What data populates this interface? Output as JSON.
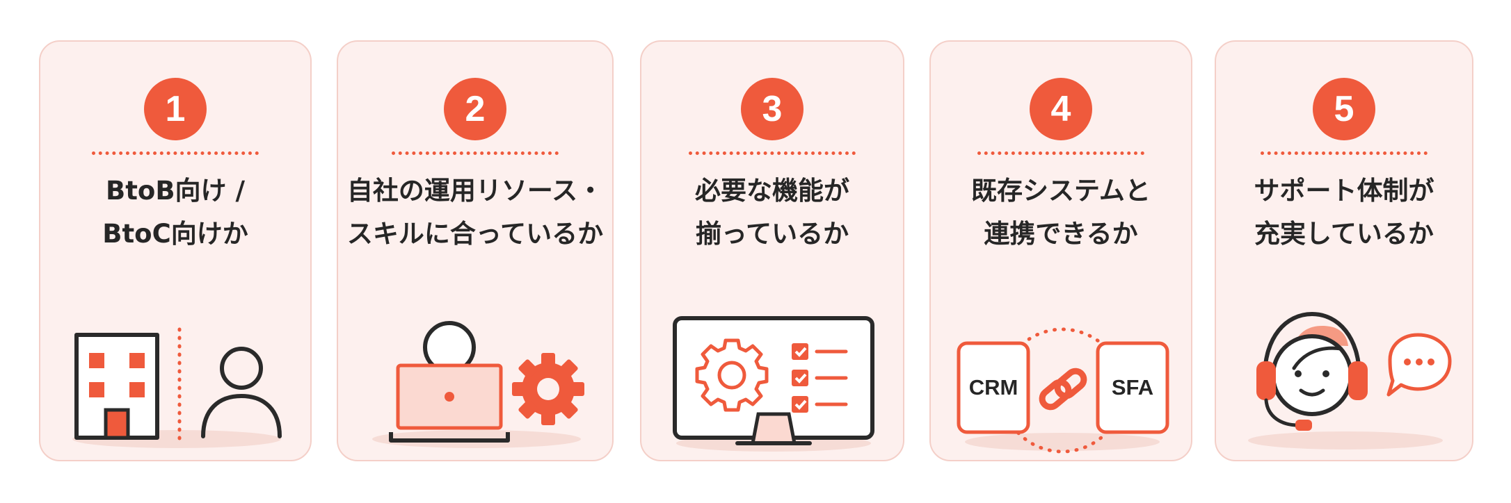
{
  "colors": {
    "accent": "#ef5a3c",
    "card_bg": "#fdf0ee",
    "card_border": "#f4cfc8",
    "text": "#262626"
  },
  "cards": [
    {
      "number": "1",
      "lines": [
        "BtoB向け /",
        "BtoC向けか"
      ],
      "icon": "building-and-person-icon"
    },
    {
      "number": "2",
      "lines": [
        "自社の運用リソース・",
        "スキルに合っているか"
      ],
      "icon": "person-laptop-gear-icon"
    },
    {
      "number": "3",
      "lines": [
        "必要な機能が",
        "揃っているか"
      ],
      "icon": "monitor-gear-checklist-icon"
    },
    {
      "number": "4",
      "lines": [
        "既存システムと",
        "連携できるか"
      ],
      "icon": "crm-sfa-link-icon",
      "labels": [
        "CRM",
        "SFA"
      ]
    },
    {
      "number": "5",
      "lines": [
        "サポート体制が",
        "充実しているか"
      ],
      "icon": "headset-support-icon"
    }
  ]
}
